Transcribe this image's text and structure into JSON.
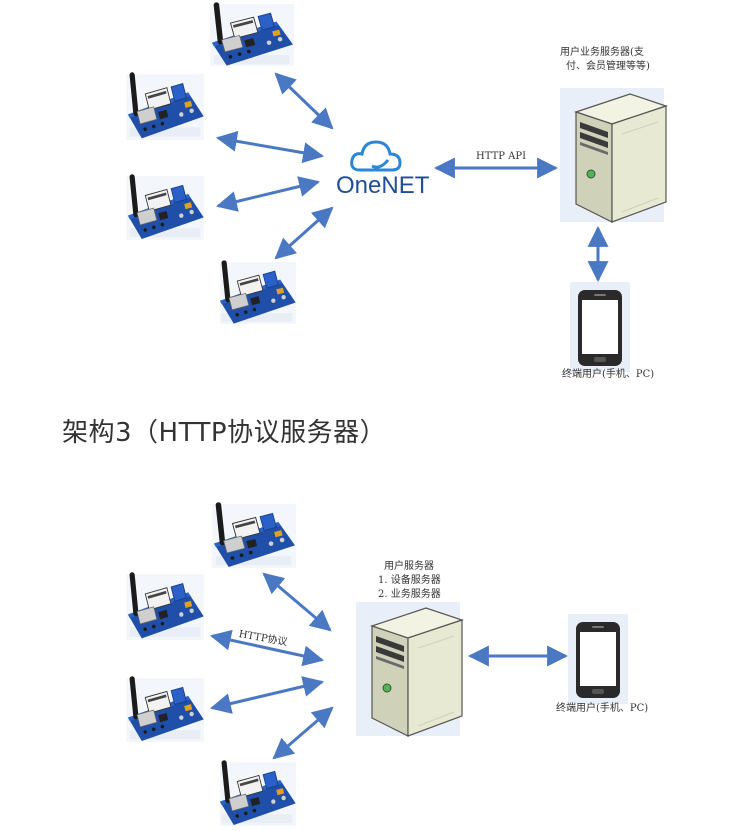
{
  "diagram1": {
    "platform_label": "OneNET",
    "http_api_label": "HTTP API",
    "user_server_caption_line1": "用户业务服务器(支",
    "user_server_caption_line2": "付、会员管理等等)",
    "terminal_caption": "终端用户(手机、PC)"
  },
  "section_title": "架构3（HTTP协议服务器）",
  "diagram2": {
    "http_protocol_label": "HTTP协议",
    "server_caption_line1": "用户服务器",
    "server_caption_line2": "1. 设备服务器",
    "server_caption_line3": "2. 业务服务器",
    "terminal_caption": "终端用户(手机、PC)"
  },
  "colors": {
    "arrow": "#4a78c2",
    "onenet_blue": "#1e4f94",
    "board_blue": "#1f4fa8",
    "server_body": "#e6e8d2",
    "phone_frame": "#2a2a2a"
  }
}
